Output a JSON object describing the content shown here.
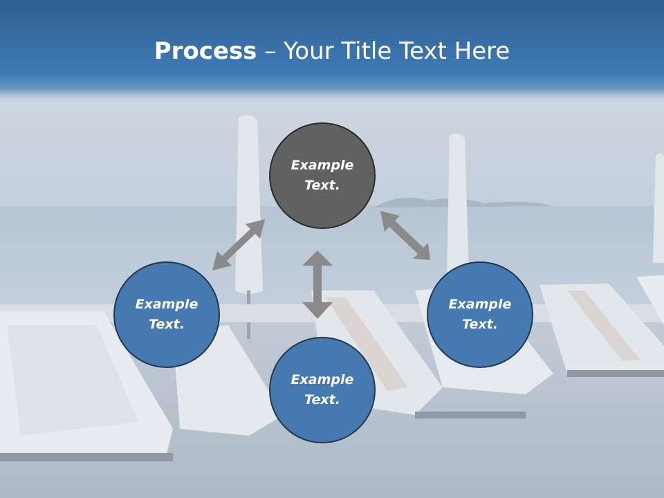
{
  "title": {
    "bold": "Process",
    "rest": " – Your Title Text Here"
  },
  "nodes": {
    "top": "Example Text.",
    "left": "Example Text.",
    "right": "Example Text.",
    "bottom": "Example Text."
  },
  "colors": {
    "title_bar": "#3d74ad",
    "node_top": "#616161",
    "node_blue": "#4579b0",
    "arrow": "#8a8a8a"
  }
}
